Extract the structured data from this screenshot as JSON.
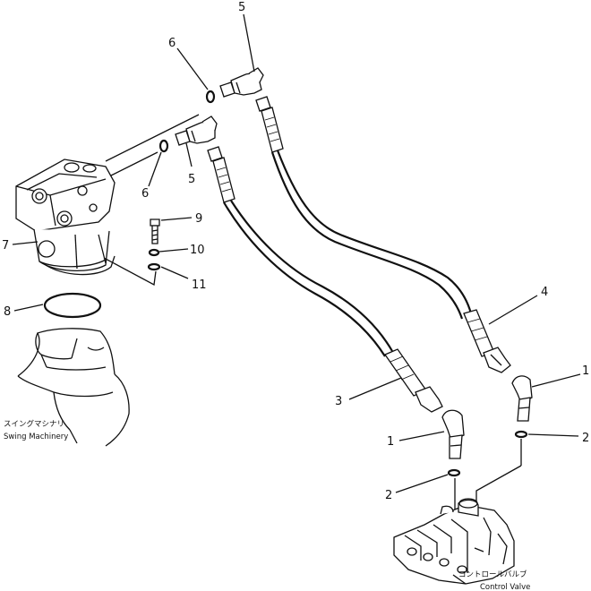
{
  "callouts": {
    "c1a": "1",
    "c1b": "1",
    "c2a": "2",
    "c2b": "2",
    "c3": "3",
    "c4": "4",
    "c5a": "5",
    "c5b": "5",
    "c6a": "6",
    "c6b": "6",
    "c7": "7",
    "c8": "8",
    "c9": "9",
    "c10": "10",
    "c11": "11"
  },
  "captions": {
    "swing_jp": "スイングマシナリ",
    "swing_en": "Swing Machinery",
    "valve_jp": "コントロールバルブ",
    "valve_en": "Control Valve"
  }
}
